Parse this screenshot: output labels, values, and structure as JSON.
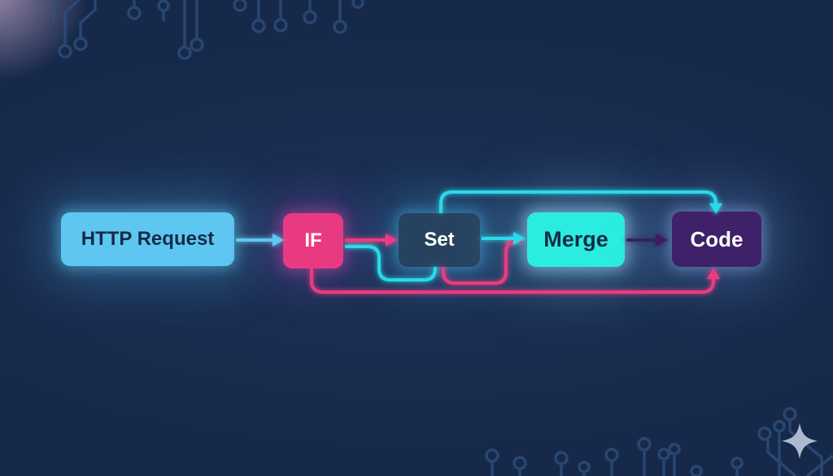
{
  "canvas": {
    "background": "#17294A"
  },
  "workflow": {
    "nodes": [
      {
        "id": "http-request",
        "label": "HTTP Request",
        "fill": "#5EC7F1",
        "text_color": "#142B47"
      },
      {
        "id": "if",
        "label": "IF",
        "fill": "#E93A81",
        "text_color": "#FFFFFF"
      },
      {
        "id": "set",
        "label": "Set",
        "fill": "#26425F",
        "text_color": "#FFFFFF"
      },
      {
        "id": "merge",
        "label": "Merge",
        "fill": "#2BEDDF",
        "text_color": "#142B47"
      },
      {
        "id": "code",
        "label": "Code",
        "fill": "#3E2168",
        "text_color": "#FFFFFF"
      }
    ],
    "connections": [
      {
        "from": "http-request",
        "to": "set",
        "note": "straight arrow into IF",
        "color": "#5EC7F1"
      },
      {
        "from": "if",
        "to": "set",
        "note": "straight arrow, upper output",
        "color": "#EA3A82"
      },
      {
        "from": "if",
        "to": "set",
        "note": "lower output, loops under into Set bottom",
        "color": "#2BD9EA"
      },
      {
        "from": "set",
        "to": "merge",
        "note": "straight arrow",
        "color": "#2BD9EA"
      },
      {
        "from": "set",
        "to": "merge",
        "note": "from Set bottom, loops up into Merge input",
        "color": "#EA3A82"
      },
      {
        "from": "merge",
        "to": "code",
        "note": "straight arrow",
        "color": "#3A1F63"
      },
      {
        "from": "set",
        "to": "code",
        "note": "long line over the top into Code top",
        "color": "#2BD9EA"
      },
      {
        "from": "if",
        "to": "code",
        "note": "long line along the bottom into Code bottom",
        "color": "#EA3A82"
      }
    ]
  },
  "decor": {
    "trace_color": "#2E5080",
    "sparkle_icon_color": "#AEB9CE",
    "corner_glow_color": "#9E8CAF"
  }
}
